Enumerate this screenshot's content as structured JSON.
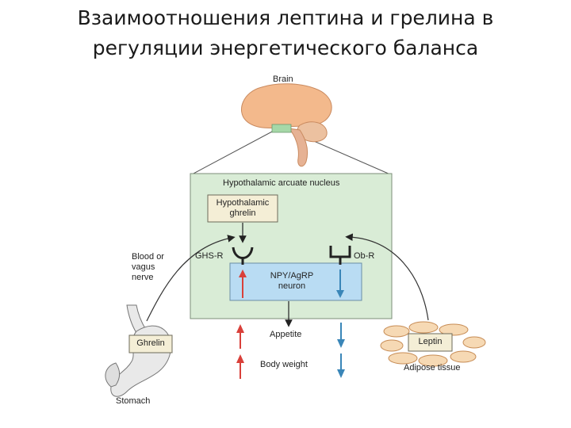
{
  "title": {
    "line1": "Взаимоотношения лептина и грелина в",
    "line2": "регуляции энергетического баланса"
  },
  "diagram": {
    "brain_label": "Brain",
    "nucleus_label": "Hypothalamic arcuate nucleus",
    "hypothalamic_ghrelin_line1": "Hypothalamic",
    "hypothalamic_ghrelin_line2": "ghrelin",
    "ghs_r_label": "GHS-R",
    "ob_r_label": "Ob-R",
    "neuron_line1": "NPY/AgRP",
    "neuron_line2": "neuron",
    "route_line1": "Blood or",
    "route_line2": "vagus",
    "route_line3": "nerve",
    "ghrelin_label": "Ghrelin",
    "stomach_label": "Stomach",
    "leptin_label": "Leptin",
    "adipose_label": "Adipose tissue",
    "appetite_label": "Appetite",
    "body_weight_label": "Body weight",
    "colors": {
      "brain": "#f3b98c",
      "nucleus_bg": "#d9ecd6",
      "neuron_bg": "#b9dcf3",
      "box_bg": "#f4eed6",
      "increase_arrow": "#d9403a",
      "decrease_arrow": "#3a86b8"
    }
  }
}
